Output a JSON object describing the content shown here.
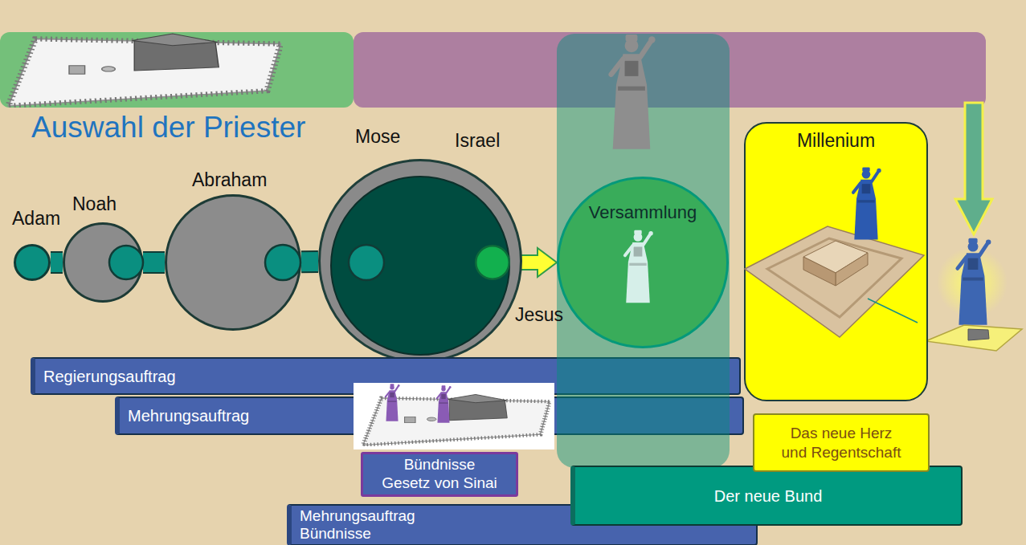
{
  "diagram": {
    "title": "Auswahl der Priester",
    "nodes": [
      {
        "text": [
          "Adam"
        ]
      },
      {
        "text": [
          "Noah"
        ]
      },
      {
        "text": [
          "Abraham"
        ]
      },
      {
        "text": [
          "Mose",
          "Israel"
        ]
      },
      {
        "text": [
          "Jesus"
        ],
        "in": 3
      },
      {
        "text": [
          "Versammlung"
        ]
      },
      {
        "text": [
          "Millenium"
        ]
      },
      {
        "text": [
          "Regierungsauftrag"
        ]
      },
      {
        "text": [
          "Mehrungsauftrag"
        ]
      },
      {
        "text": [
          "Das neue Herz und Regentschaft"
        ]
      },
      {
        "text": [
          "Bündnisse Gesetz von Sinai"
        ]
      },
      {
        "text": [
          "Der neue Bund"
        ]
      },
      {
        "text": [
          "Mehrungsauftrag Bündnisse"
        ]
      }
    ],
    "edges": [
      {
        "from": 0,
        "to": 1,
        "arrow": "none"
      },
      {
        "from": 1,
        "to": 2,
        "arrow": "none"
      },
      {
        "from": 2,
        "to": 3,
        "arrow": "none"
      },
      {
        "from": 4,
        "to": 5,
        "arrow": "to"
      }
    ]
  }
}
